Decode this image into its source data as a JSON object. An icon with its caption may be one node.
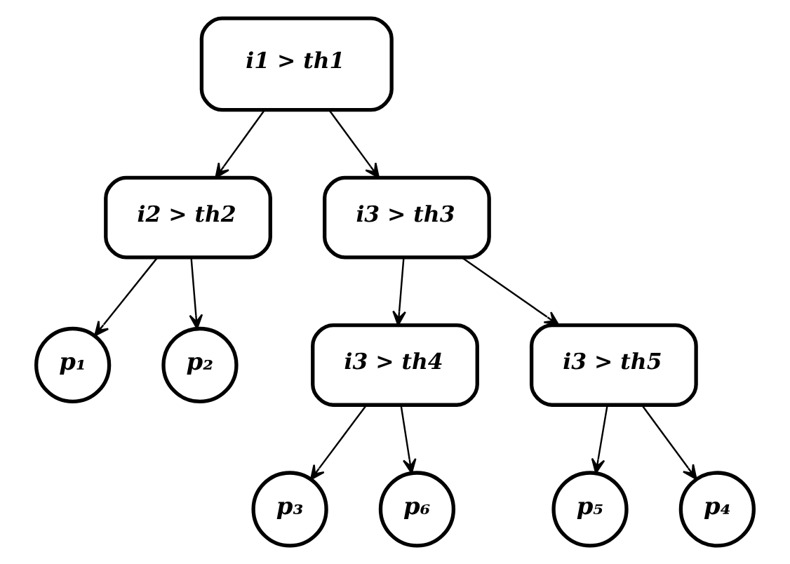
{
  "diagram": {
    "nodes": [
      {
        "text": [
          "i1 > th1"
        ]
      },
      {
        "text": [
          "i2 > th2"
        ]
      },
      {
        "text": [
          "i3 > th3"
        ]
      },
      {
        "text": [
          "p₁"
        ]
      },
      {
        "text": [
          "p₂"
        ]
      },
      {
        "text": [
          "i3 > th4"
        ]
      },
      {
        "text": [
          "i3 > th5"
        ]
      },
      {
        "text": [
          "p₃"
        ]
      },
      {
        "text": [
          "p₆"
        ]
      },
      {
        "text": [
          "p₅"
        ]
      },
      {
        "text": [
          "p₄"
        ]
      }
    ],
    "edges": [
      {
        "from": 0,
        "to": 1,
        "arrow": "to"
      },
      {
        "from": 0,
        "to": 2,
        "arrow": "to"
      },
      {
        "from": 1,
        "to": 3,
        "arrow": "to"
      },
      {
        "from": 1,
        "to": 4,
        "arrow": "to"
      },
      {
        "from": 2,
        "to": 5,
        "arrow": "to"
      },
      {
        "from": 2,
        "to": 6,
        "arrow": "to"
      },
      {
        "from": 5,
        "to": 7,
        "arrow": "to"
      },
      {
        "from": 5,
        "to": 8,
        "arrow": "to"
      },
      {
        "from": 6,
        "to": 9,
        "arrow": "to"
      },
      {
        "from": 6,
        "to": 10,
        "arrow": "to"
      }
    ]
  }
}
